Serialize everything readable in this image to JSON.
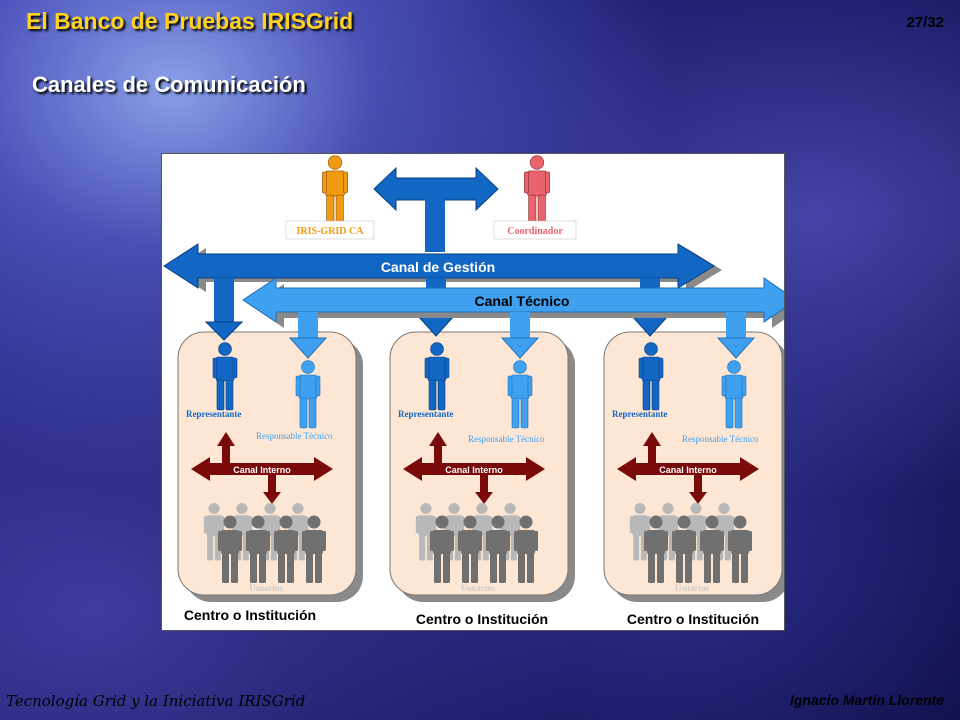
{
  "header": {
    "title": "El Banco de Pruebas IRISGrid",
    "page": "27/32"
  },
  "subtitle": "Canales de Comunicación",
  "footer": {
    "left": "Tecnología Grid y la Iniciativa IRISGrid",
    "right": "Ignacio Martín Llorente"
  },
  "diagram": {
    "top_roles": {
      "ca": "IRIS-GRID CA",
      "coordinador": "Coordinador"
    },
    "canal_gestion": "Canal de Gestión",
    "canal_tecnico": "Canal Técnico",
    "centers": [
      {
        "representante": "Representante",
        "responsable": "Responsable Técnico",
        "canal_interno": "Canal Interno",
        "usuarios": "Usuarios",
        "label": "Centro o Institución"
      },
      {
        "representante": "Representante",
        "responsable": "Responsable Técnico",
        "canal_interno": "Canal Interno",
        "usuarios": "Usuarios",
        "label": "Centro o Institución"
      },
      {
        "representante": "Representante",
        "responsable": "Responsable Técnico",
        "canal_interno": "Canal Interno",
        "usuarios": "Usuarios",
        "label": "Centro o Institución"
      }
    ],
    "colors": {
      "gestion": "#1266c4",
      "tecnico": "#3fa0f0",
      "interno": "#7a0a0a",
      "ca": "#f29b12",
      "coordinador": "#e8636b",
      "center_bg": "#fde7d4"
    }
  }
}
